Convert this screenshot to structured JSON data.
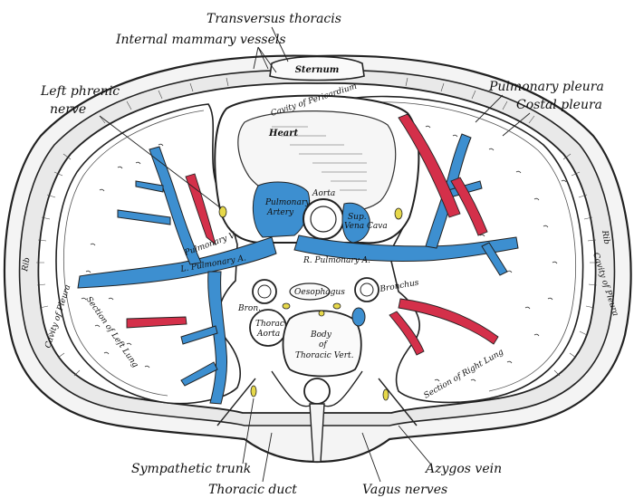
{
  "colors": {
    "vein_blue": "#3d8fd0",
    "artery_red": "#d4304a",
    "nerve_yellow": "#e6d84a",
    "ink": "#222222",
    "paper": "#ffffff"
  },
  "labels": {
    "transversus_thoracis": "Transversus thoracis",
    "internal_mammary_vessels": "Internal mammary vessels",
    "sternum": "Sternum",
    "left_phrenic_nerve_1": "Left phrenic",
    "left_phrenic_nerve_2": "nerve",
    "pulmonary_pleura": "Pulmonary pleura",
    "costal_pleura": "Costal pleura",
    "heart": "Heart",
    "cavity_of_pericardium": "Cavity of Pericardium",
    "aorta": "Aorta",
    "pulmonary_artery_1": "Pulmonary",
    "pulmonary_artery_2": "Artery",
    "sup_vena_cava_1": "Sup.",
    "sup_vena_cava_2": "Vena Cava",
    "pulmonary_vein": "Pulmonary V.",
    "l_pulmonary_artery": "L. Pulmonary A.",
    "r_pulmonary_artery": "R. Pulmonary A.",
    "bronchus_left": "Bron.",
    "bronchus_right": "Bronchus",
    "thoracic_aorta_1": "Thorac.",
    "thoracic_aorta_2": "Aorta",
    "oesophagus": "Oesophagus",
    "body_of_thoracic_vert_1": "Body",
    "body_of_thoracic_vert_2": "of",
    "body_of_thoracic_vert_3": "Thoracic Vert.",
    "rib_left": "Rib",
    "rib_right": "Rib",
    "cavity_of_pleura_left": "Cavity of Pleura",
    "cavity_of_pleura_right": "Cavity of Pleura",
    "section_of_left_lung": "Section of Left Lung",
    "section_of_right_lung": "Section of Right Lung",
    "sympathetic_trunk": "Sympathetic trunk",
    "thoracic_duct": "Thoracic duct",
    "azygos_vein": "Azygos vein",
    "vagus_nerves": "Vagus nerves"
  }
}
